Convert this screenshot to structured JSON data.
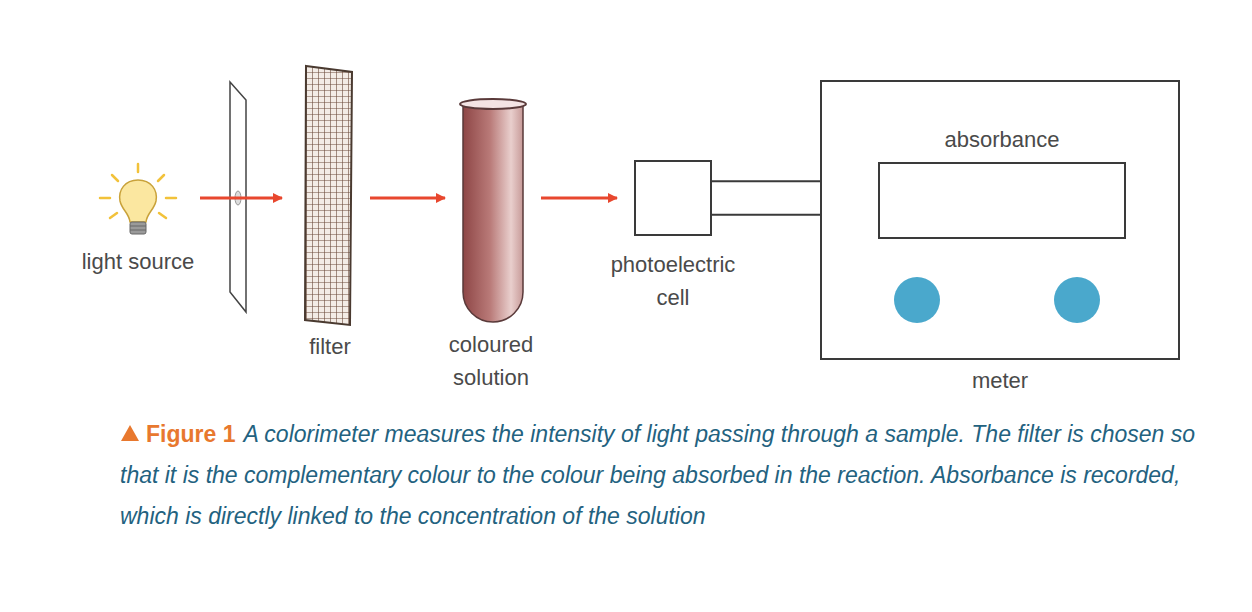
{
  "diagram": {
    "caption": "A colorimeter measures the intensity of light passing through a sample. The filter is chosen so that it is the complementary colour to the colour being absorbed in the reaction. Absorbance is recorded, which is directly linked to the concentration of the solution",
    "nodes": [
      {
        "text": [
          "photoelectric cell"
        ]
      },
      {
        "text": [
          "meter"
        ]
      },
      {
        "text": [
          "absorbance"
        ],
        "in": 1
      }
    ],
    "edges": [
      {
        "from": 0,
        "to": 1,
        "arrow": "none"
      }
    ],
    "labels": [
      "light source",
      "filter",
      "coloured solution",
      "Figure 1"
    ]
  }
}
